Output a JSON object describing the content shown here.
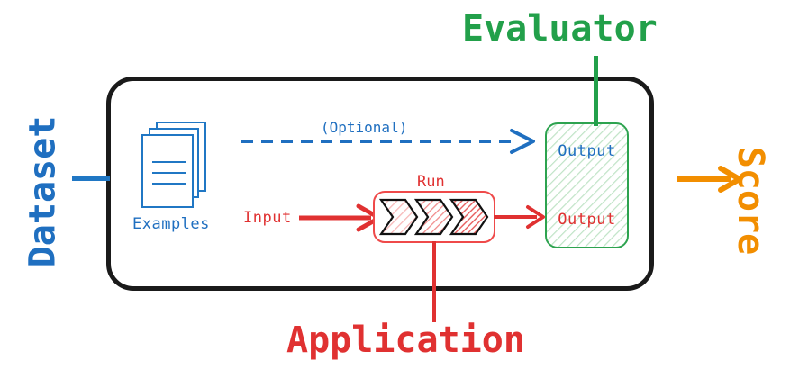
{
  "diagram": {
    "title": "Dataset / Application / Evaluator / Score evaluation flow",
    "colors": {
      "blue": "#1f6fc0",
      "red": "#e03131",
      "green": "#22a04a",
      "orange": "#f28e00",
      "black": "#1a1a1a"
    },
    "labels": {
      "dataset": "Dataset",
      "score": "Score",
      "evaluator": "Evaluator",
      "application": "Application"
    },
    "nodes": {
      "examples_caption": "Examples",
      "optional_edge": "(Optional)",
      "input_edge": "Input",
      "run_caption": "Run",
      "output_from_dataset": "Output",
      "output_from_application": "Output"
    },
    "icons": {
      "documents": "document-stack-icon",
      "chevrons": "chevron-pipeline-icon",
      "dashed_arrow": "dashed-arrow-right-icon",
      "solid_arrow": "arrow-right-icon",
      "score_arrow": "arrow-right-icon"
    },
    "structure": {
      "run_chevron_count": 3,
      "document_count": 3,
      "document_line_count": 3
    }
  }
}
